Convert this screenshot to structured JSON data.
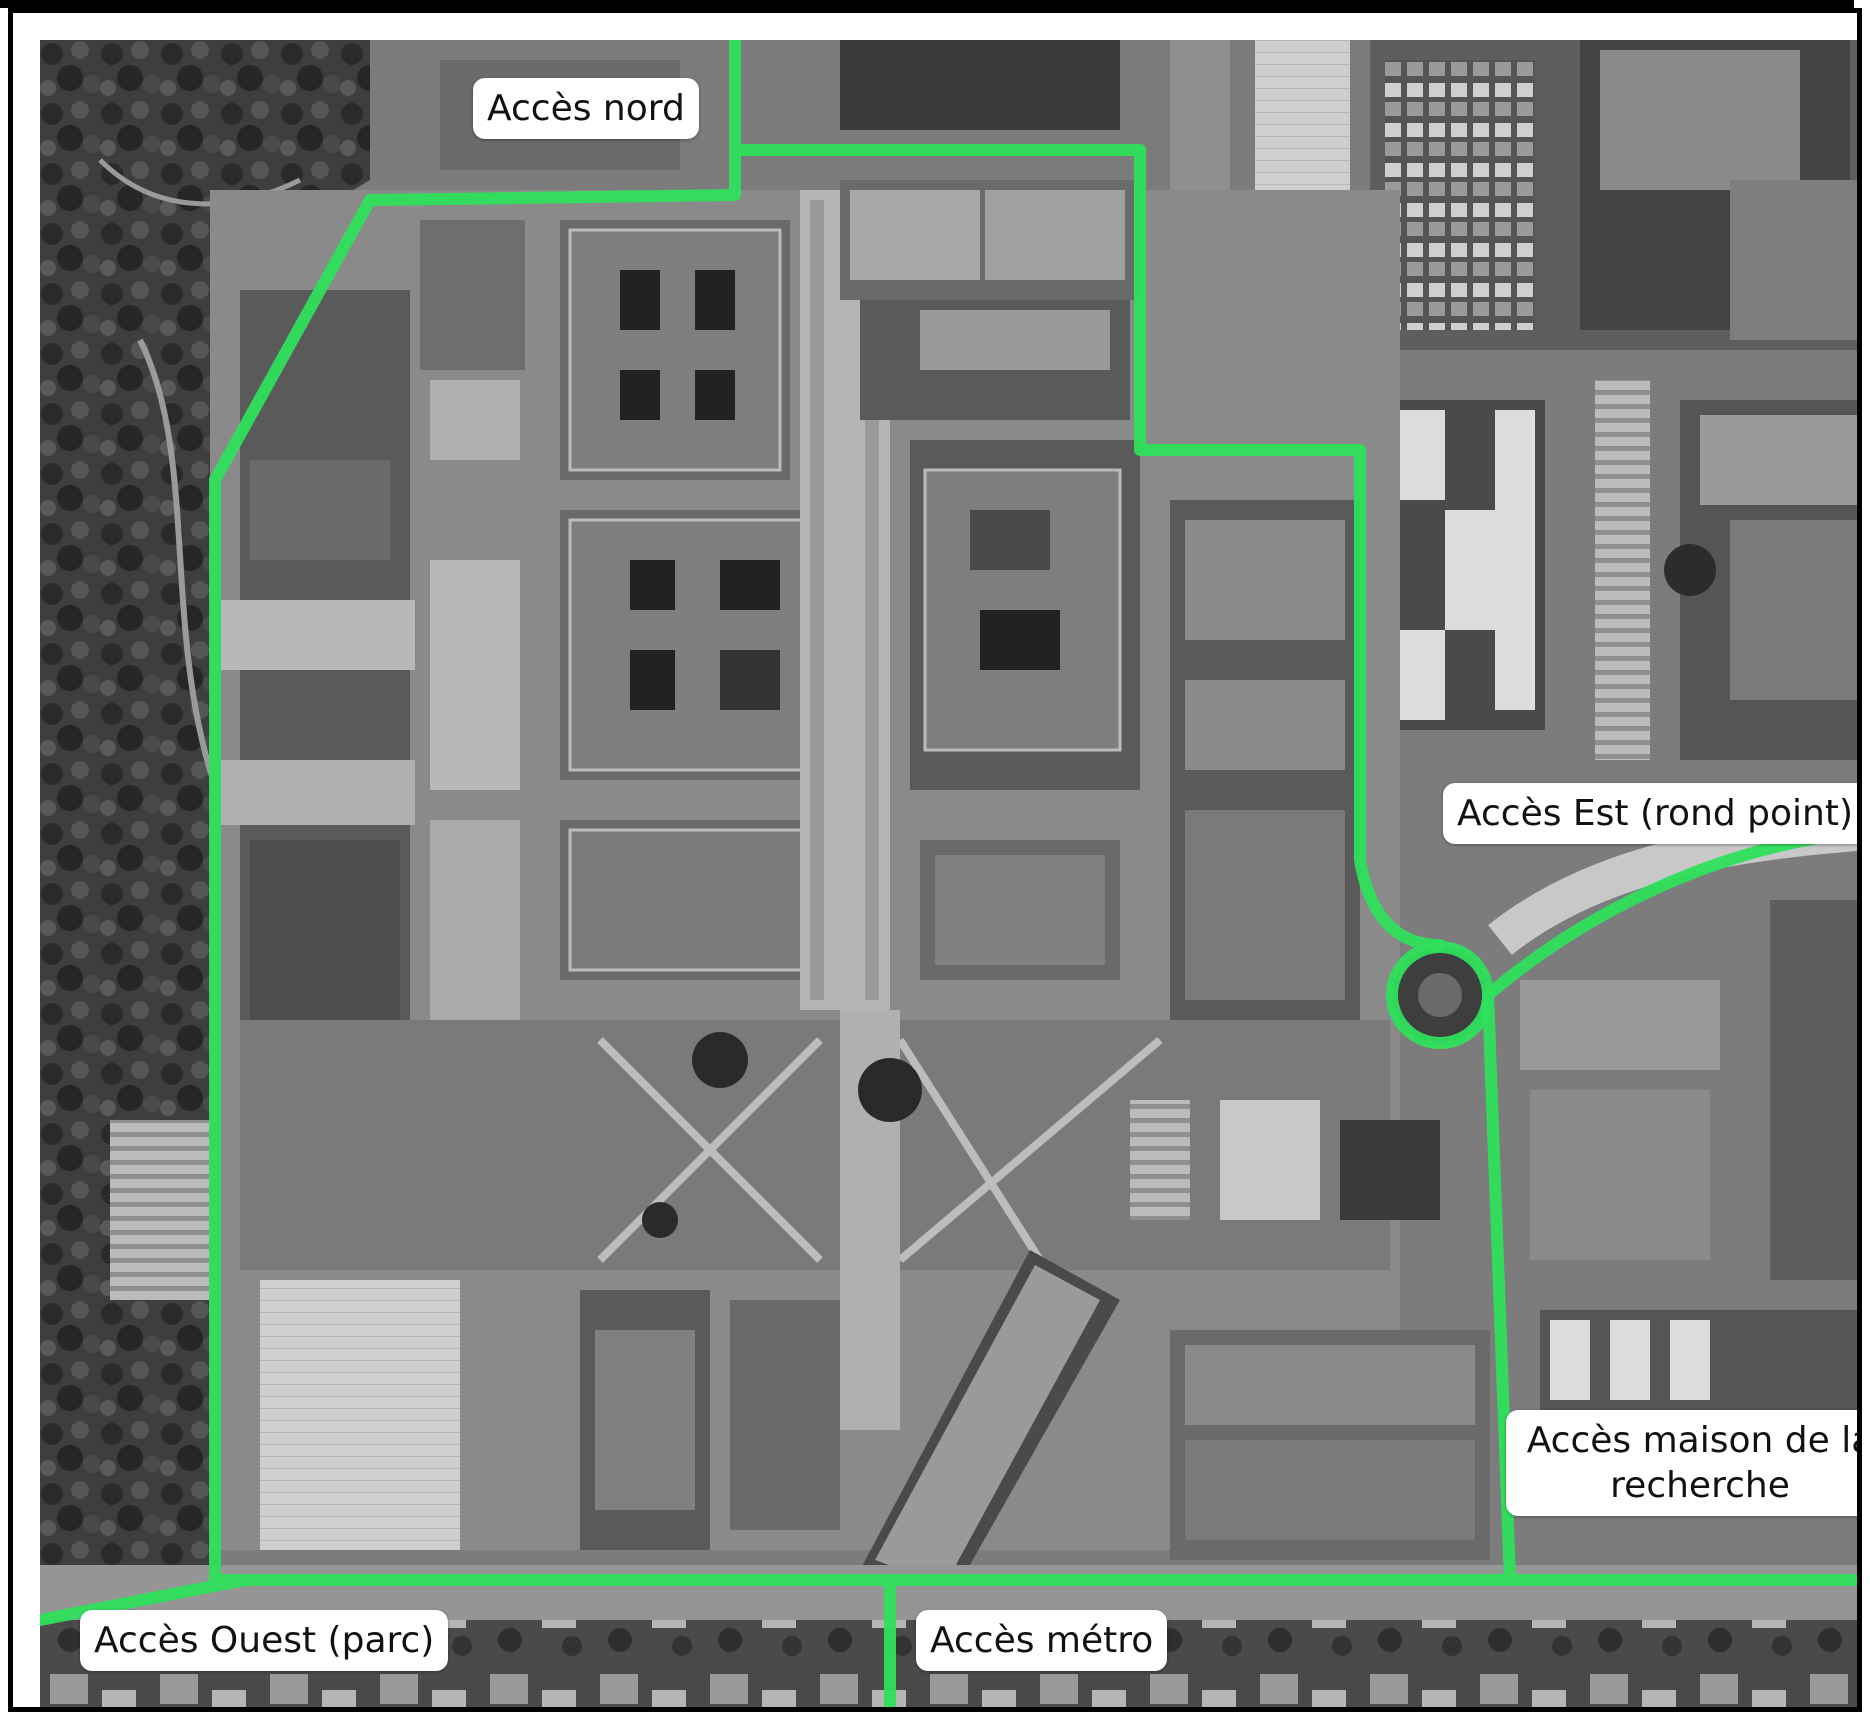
{
  "map": {
    "style": "grayscale aerial photograph",
    "colors": {
      "route": "#2fe05c",
      "label_bg": "#ffffff",
      "label_text": "#111111",
      "frame": "#000000"
    },
    "access_points": [
      {
        "id": "nord",
        "label": "Accès nord"
      },
      {
        "id": "est",
        "label": "Accès Est (rond point)"
      },
      {
        "id": "mrech",
        "label": "Accès maison de la recherche"
      },
      {
        "id": "ouest",
        "label": "Accès Ouest (parc)"
      },
      {
        "id": "metro",
        "label": "Accès métro"
      }
    ]
  }
}
